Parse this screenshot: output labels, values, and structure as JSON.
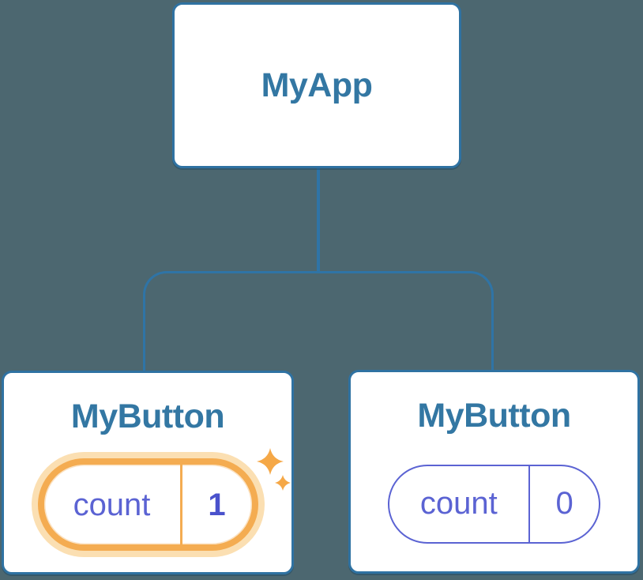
{
  "diagram": {
    "type": "component-tree",
    "background_color": "#4C6770",
    "palette": {
      "node_fill": "#FFFFFF",
      "node_border": "#2F72A2",
      "connector_line": "#2F74A6",
      "title_text": "#3377A3",
      "state_text": "#5B63D3",
      "highlighted_value_text": "#4A52CC",
      "highlight_border": "#F4AC51",
      "highlight_glow": "#FBDFB2",
      "sparkle": "#F5A847"
    },
    "tree": {
      "root": {
        "label": "MyApp"
      },
      "children": [
        {
          "label": "MyButton",
          "highlighted": true,
          "state": {
            "name": "count",
            "value": "1"
          },
          "icon": "sparkles-icon"
        },
        {
          "label": "MyButton",
          "highlighted": false,
          "state": {
            "name": "count",
            "value": "0"
          }
        }
      ]
    }
  }
}
